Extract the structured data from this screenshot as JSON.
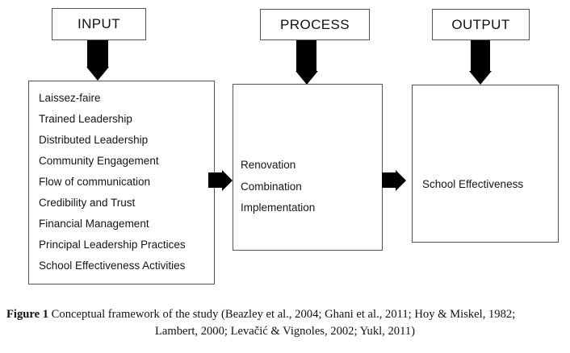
{
  "figure": {
    "type": "conceptual-framework-diagram",
    "colors": {
      "box_border": "#555555",
      "arrow": "#000000",
      "background": "#ffffff",
      "text": "#141414"
    },
    "stages": [
      {
        "id": "input",
        "header_label": "INPUT",
        "items": [
          "Laissez-faire",
          "Trained Leadership",
          "Distributed Leadership",
          "Community Engagement",
          "Flow of communication",
          "Credibility and Trust",
          "Financial Management",
          "Principal Leadership Practices",
          "School Effectiveness Activities"
        ]
      },
      {
        "id": "process",
        "header_label": "PROCESS",
        "items": [
          "Renovation",
          "Combination",
          "Implementation"
        ]
      },
      {
        "id": "output",
        "header_label": "OUTPUT",
        "items": [
          "School Effectiveness"
        ]
      }
    ],
    "connectors": [
      {
        "name": "input-header-to-box",
        "direction": "down"
      },
      {
        "name": "process-header-to-box",
        "direction": "down"
      },
      {
        "name": "output-header-to-box",
        "direction": "down"
      },
      {
        "name": "input-to-process",
        "direction": "right"
      },
      {
        "name": "process-to-output",
        "direction": "right"
      }
    ]
  },
  "caption": {
    "figure_label": "Figure 1",
    "line1_text": " Conceptual framework of the study (Beazley et al., 2004; Ghani et al., 2011; Hoy & Miskel, 1982;",
    "line2_text": "Lambert, 2000; Levačić & Vignoles, 2002; Yukl, 2011)"
  }
}
